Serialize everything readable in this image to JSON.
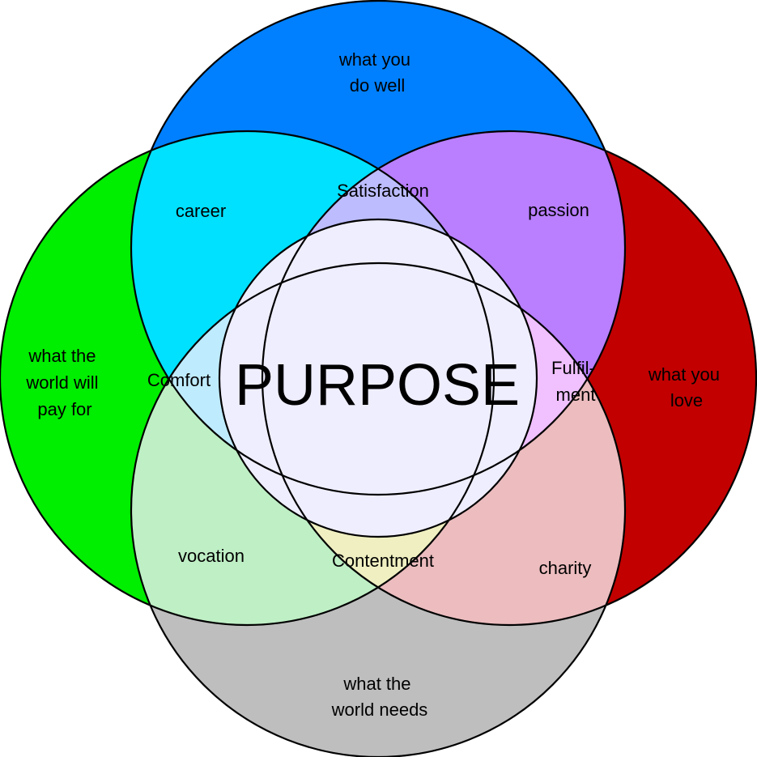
{
  "colors": {
    "do_well": "#0080ff",
    "love": "#c20000",
    "pay_for": "#00ee00",
    "needs": "#bebebe",
    "career": "#00e1ff",
    "passion": "#b97fff",
    "vocation": "#bfefc5",
    "charity": "#ecbcbe",
    "satisfaction": "#bcbcff",
    "comfort": "#bfebff",
    "fulfilment": "#f0c0ff",
    "contentment": "#efefc1",
    "purpose": "#efeeff",
    "outline": "#000000"
  },
  "labels": {
    "do_well": [
      "what you",
      "do well"
    ],
    "love": [
      "what you",
      "love"
    ],
    "pay_for": [
      "what the",
      "world will",
      "pay for"
    ],
    "needs": [
      "what the",
      "world needs"
    ],
    "career": "career",
    "passion": "passion",
    "vocation": "vocation",
    "charity": "charity",
    "satisfaction": "Satisfaction",
    "comfort": "Comfort",
    "fulfilment": [
      "Fulfil-",
      "ment"
    ],
    "contentment": "Contentment",
    "purpose": "PURPOSE"
  }
}
